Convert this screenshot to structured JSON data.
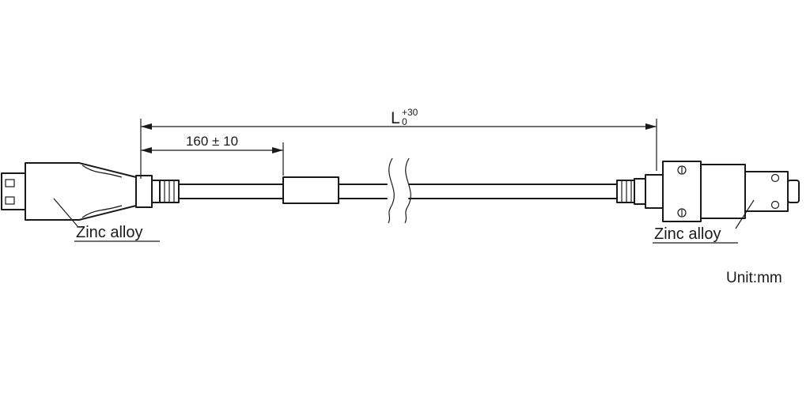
{
  "drawing": {
    "dim_overall": {
      "label": "L",
      "tol_upper": "+30",
      "tol_lower": "0"
    },
    "dim_segment": {
      "label": "160 ± 10"
    },
    "callout_left": "Zinc alloy",
    "callout_right": "Zinc alloy",
    "unit_note": "Unit:mm"
  },
  "colors": {
    "line": "#1a1a1a",
    "background": "#ffffff"
  }
}
